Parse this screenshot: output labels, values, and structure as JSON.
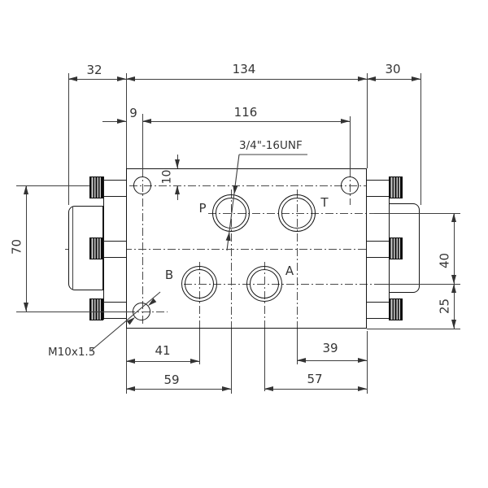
{
  "drawing": {
    "dimensions": {
      "cap_left_width": "32",
      "body_width": "134",
      "cap_right_width": "30",
      "hole_edge_offset": "9",
      "hole_spacing": "116",
      "port_top_offset": "10",
      "hole_vertical_spacing": "70",
      "port_row_spacing": "40",
      "port_bottom_offset": "25",
      "b_port_offset": "41",
      "p_port_offset": "59",
      "t_port_offset": "39",
      "a_port_offset": "57"
    },
    "callouts": {
      "port_thread": "3/4\"-16UNF",
      "mount_thread": "M10x1.5"
    },
    "port_labels": {
      "p": "P",
      "t": "T",
      "b": "B",
      "a": "A"
    },
    "colors": {
      "line": "#3f3f3f",
      "outline": "#161616",
      "background": "#ffffff",
      "text": "#353535"
    }
  }
}
